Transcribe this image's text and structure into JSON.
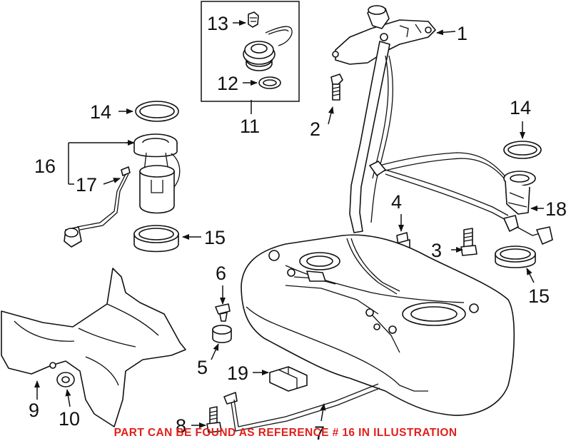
{
  "callouts": {
    "c1": "1",
    "c2": "2",
    "c3": "3",
    "c4": "4",
    "c5": "5",
    "c6": "6",
    "c7": "7",
    "c8": "8",
    "c9": "9",
    "c10": "10",
    "c11": "11",
    "c12": "12",
    "c13": "13",
    "c14a": "14",
    "c14b": "14",
    "c15a": "15",
    "c15b": "15",
    "c16": "16",
    "c17": "17",
    "c18": "18",
    "c19": "19"
  },
  "footer": {
    "note": "PART CAN BE FOUND AS REFERENCE # 16 IN ILLUSTRATION",
    "note_color": "#e0201b"
  },
  "colors": {
    "line": "#111111",
    "background": "#ffffff"
  }
}
